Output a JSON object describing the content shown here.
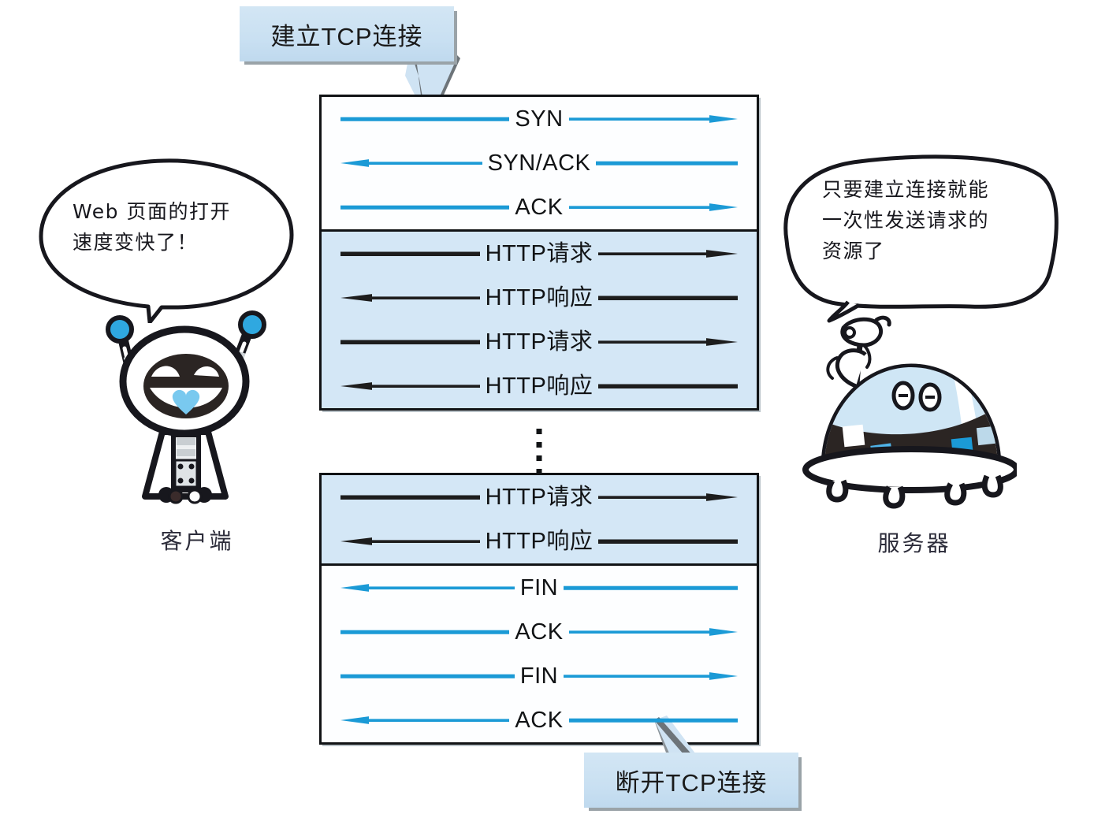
{
  "diagram": {
    "title": "HTTP persistent connection sequence",
    "callouts": [
      {
        "id": "top",
        "label": "建立TCP连接"
      },
      {
        "id": "bottom",
        "label": "断开TCP连接"
      }
    ],
    "actors": [
      {
        "id": "client",
        "caption": "客户端",
        "bubble": "Web 页面的打开\n速度变快了！"
      },
      {
        "id": "server",
        "caption": "服务器",
        "bubble": "只要建立连接就能\n一次性发送请求的\n资源了"
      }
    ],
    "groups": [
      {
        "id": "group-1",
        "blocks": [
          {
            "id": "tcp-handshake",
            "style": "tcp",
            "background": "#fdfeff",
            "rows": [
              {
                "label": "SYN",
                "direction": "right",
                "color": "#1b9ad6"
              },
              {
                "label": "SYN/ACK",
                "direction": "left",
                "color": "#1b9ad6"
              },
              {
                "label": "ACK",
                "direction": "right",
                "color": "#1b9ad6"
              }
            ]
          },
          {
            "id": "http-exchange-1",
            "style": "http",
            "background": "#d4e7f6",
            "rows": [
              {
                "label": "HTTP请求",
                "direction": "right",
                "color": "#1d1d1d"
              },
              {
                "label": "HTTP响应",
                "direction": "left",
                "color": "#1d1d1d"
              },
              {
                "label": "HTTP请求",
                "direction": "right",
                "color": "#1d1d1d"
              },
              {
                "label": "HTTP响应",
                "direction": "left",
                "color": "#1d1d1d"
              }
            ]
          }
        ]
      },
      {
        "id": "group-2",
        "blocks": [
          {
            "id": "http-exchange-2",
            "style": "http",
            "background": "#d4e7f6",
            "rows": [
              {
                "label": "HTTP请求",
                "direction": "right",
                "color": "#1d1d1d"
              },
              {
                "label": "HTTP响应",
                "direction": "left",
                "color": "#1d1d1d"
              }
            ]
          },
          {
            "id": "tcp-teardown",
            "style": "tcp",
            "background": "#fdfeff",
            "rows": [
              {
                "label": "FIN",
                "direction": "left",
                "color": "#1b9ad6"
              },
              {
                "label": "ACK",
                "direction": "right",
                "color": "#1b9ad6"
              },
              {
                "label": "FIN",
                "direction": "right",
                "color": "#1b9ad6"
              },
              {
                "label": "ACK",
                "direction": "left",
                "color": "#1b9ad6"
              }
            ]
          }
        ]
      }
    ],
    "continuation": {
      "id": "ellipsis",
      "dots": 4
    },
    "colors": {
      "tcp_arrow": "#1b9ad6",
      "http_arrow": "#1d1d1d",
      "http_block_bg": "#d4e7f6",
      "tcp_block_bg": "#fdfeff",
      "callout_bg": "#cbe2f2",
      "frame_border": "#111315",
      "accent_heart": "#79c9ef"
    }
  }
}
